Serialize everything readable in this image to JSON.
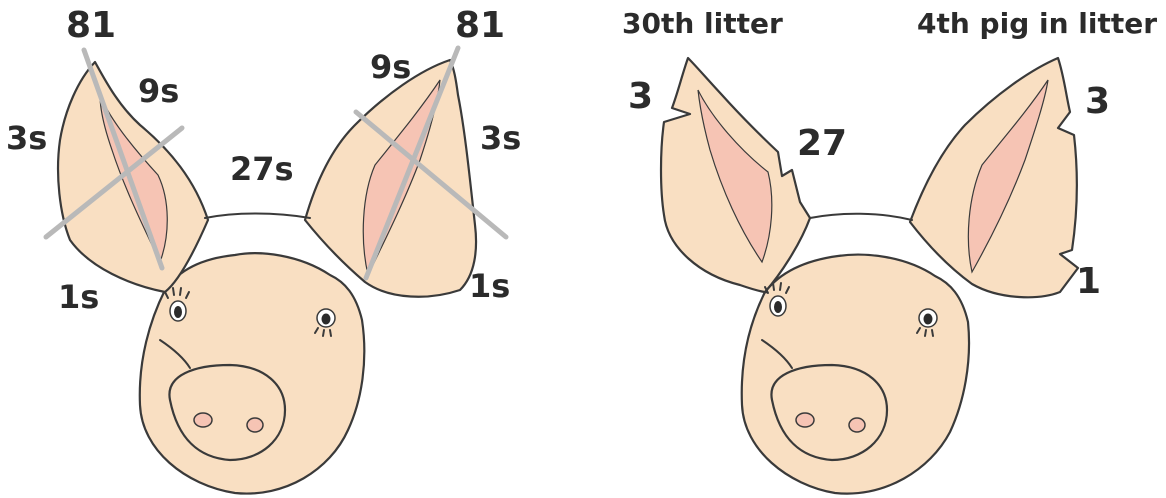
{
  "left_pig": {
    "labels": {
      "left_ear_tip": "81",
      "right_ear_tip": "81",
      "left_ear_inner_top": "9s",
      "left_ear_outer": "3s",
      "left_ear_bottom": "1s",
      "right_ear_top": "9s",
      "right_ear_outer": "3s",
      "right_ear_bottom": "1s",
      "between_ears": "27s"
    }
  },
  "right_pig": {
    "captions": {
      "litter": "30th litter",
      "pig_in_litter": "4th pig in litter"
    },
    "labels": {
      "left_ear_notch": "3",
      "left_ear_inner_notch": "27",
      "right_ear_top_notch": "3",
      "right_ear_bottom_notch": "1"
    }
  },
  "colors": {
    "skin": "#f9dfc2",
    "inner_ear": "#f6c4b4",
    "cut_lines": "#b9b9b9"
  }
}
